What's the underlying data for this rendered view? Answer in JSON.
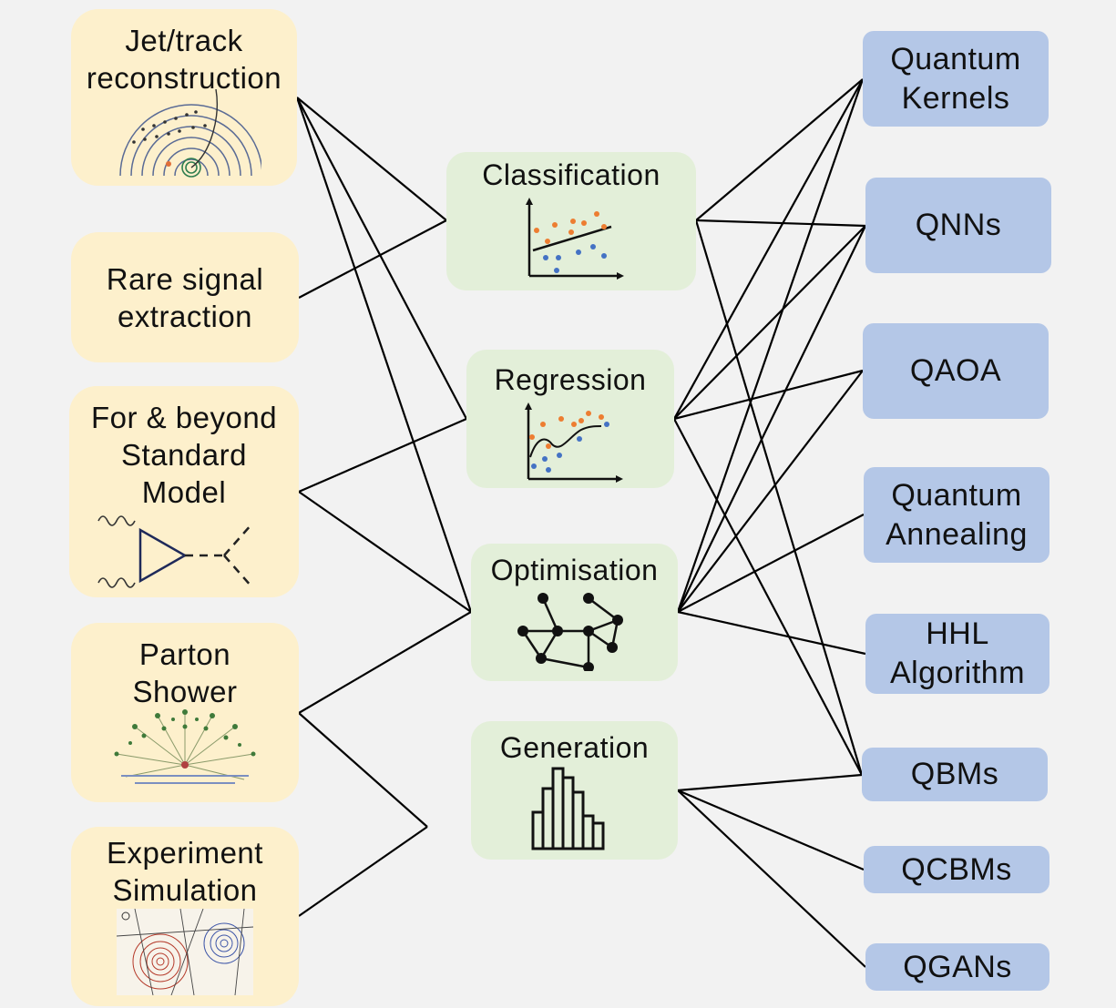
{
  "physics_tasks": [
    {
      "id": "jet",
      "label": "Jet/track\nreconstruction",
      "icon": "detector-tracks-icon"
    },
    {
      "id": "rare",
      "label": "Rare signal\nextraction",
      "icon": ""
    },
    {
      "id": "bsm",
      "label": "For & beyond\nStandard\nModel",
      "icon": "feynman-diagram-icon"
    },
    {
      "id": "parton",
      "label": "Parton\nShower",
      "icon": "parton-shower-icon"
    },
    {
      "id": "expsim",
      "label": "Experiment\nSimulation",
      "icon": "bubble-chamber-icon"
    }
  ],
  "ml_tasks": [
    {
      "id": "class",
      "label": "Classification",
      "icon": "scatter-classification-icon"
    },
    {
      "id": "reg",
      "label": "Regression",
      "icon": "curve-fit-icon"
    },
    {
      "id": "opt",
      "label": "Optimisation",
      "icon": "graph-network-icon"
    },
    {
      "id": "gen",
      "label": "Generation",
      "icon": "histogram-icon"
    }
  ],
  "quantum_methods": [
    {
      "id": "qk",
      "label": "Quantum\nKernels"
    },
    {
      "id": "qnn",
      "label": "QNNs"
    },
    {
      "id": "qaoa",
      "label": "QAOA"
    },
    {
      "id": "qa",
      "label": "Quantum\nAnnealing"
    },
    {
      "id": "hhl",
      "label": "HHL\nAlgorithm"
    },
    {
      "id": "qbm",
      "label": "QBMs"
    },
    {
      "id": "qcbm",
      "label": "QCBMs"
    },
    {
      "id": "qgan",
      "label": "QGANs"
    }
  ],
  "links_left": [
    [
      "jet",
      "class"
    ],
    [
      "jet",
      "reg"
    ],
    [
      "jet",
      "opt"
    ],
    [
      "rare",
      "class"
    ],
    [
      "bsm",
      "reg"
    ],
    [
      "bsm",
      "opt"
    ],
    [
      "parton",
      "opt"
    ],
    [
      "parton",
      "gen"
    ],
    [
      "expsim",
      "gen"
    ]
  ],
  "links_right": [
    [
      "class",
      "qk"
    ],
    [
      "class",
      "qnn"
    ],
    [
      "class",
      "qbm"
    ],
    [
      "reg",
      "qk"
    ],
    [
      "reg",
      "qnn"
    ],
    [
      "reg",
      "qaoa"
    ],
    [
      "reg",
      "qbm"
    ],
    [
      "opt",
      "qk"
    ],
    [
      "opt",
      "qnn"
    ],
    [
      "opt",
      "qaoa"
    ],
    [
      "opt",
      "qa"
    ],
    [
      "opt",
      "hhl"
    ],
    [
      "gen",
      "qbm"
    ],
    [
      "gen",
      "qcbm"
    ],
    [
      "gen",
      "qgan"
    ]
  ],
  "colors": {
    "physics_box": "#fdf0cc",
    "ml_box": "#e3efd9",
    "quantum_box": "#b4c7e7",
    "scatter_orange": "#ed7d31",
    "scatter_blue": "#4472c4",
    "line": "#000000"
  }
}
